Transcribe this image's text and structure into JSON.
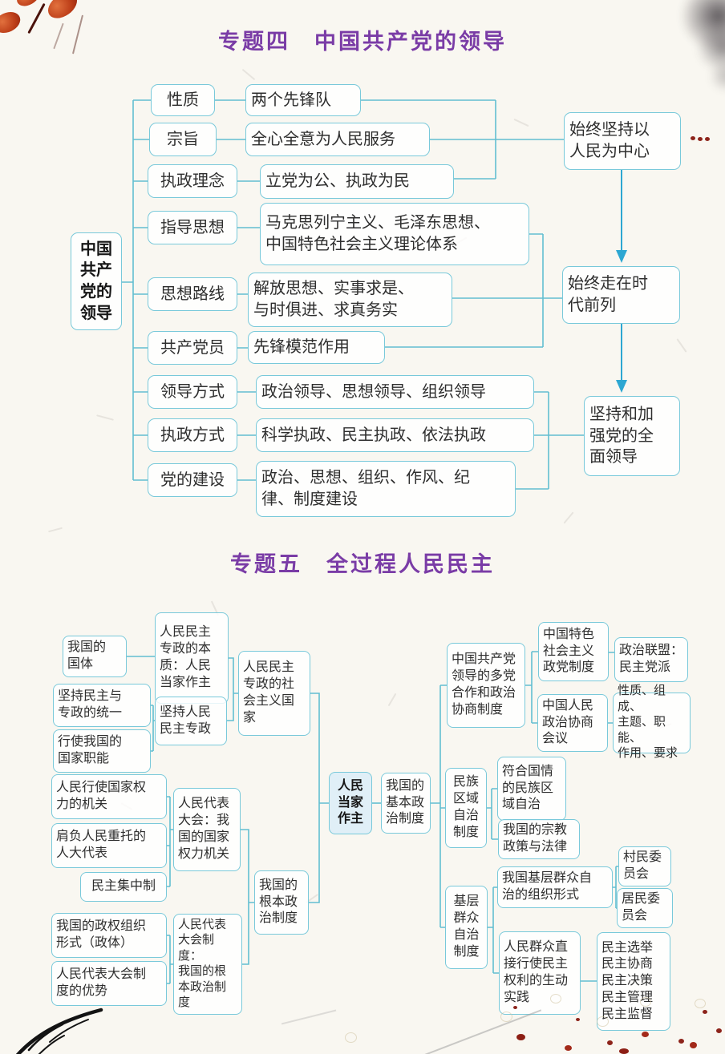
{
  "page": {
    "title4": "专题四　中国共产党的领导",
    "title5": "专题五　全过程人民民主",
    "colors": {
      "background": "#f9f7f1",
      "title_purple": "#7a3ca6",
      "box_border_cyan": "#79c9da",
      "connector_cyan": "#62bed1",
      "arrow_blue": "#2da7d2",
      "text": "#2e2e2e",
      "center_node_fill": "#e0eff7",
      "decor_red": "#8d241b",
      "decor_ink": "#3a343a"
    }
  },
  "topic4": {
    "root": "中国\n共产\n党的\n领导",
    "rows": [
      {
        "branch": "性质",
        "detail": "两个先锋队"
      },
      {
        "branch": "宗旨",
        "detail": "全心全意为人民服务"
      },
      {
        "branch": "执政理念",
        "detail": "立党为公、执政为民"
      },
      {
        "branch": "指导思想",
        "detail": "马克思列宁主义、毛泽东思想、\n中国特色社会主义理论体系"
      },
      {
        "branch": "思想路线",
        "detail": "解放思想、实事求是、\n与时俱进、求真务实"
      },
      {
        "branch": "共产党员",
        "detail": "先锋模范作用"
      },
      {
        "branch": "领导方式",
        "detail": "政治领导、思想领导、组织领导"
      },
      {
        "branch": "执政方式",
        "detail": "科学执政、民主执政、依法执政"
      },
      {
        "branch": "党的建设",
        "detail": "政治、思想、组织、作风、纪\n律、制度建设"
      }
    ],
    "outcomes": [
      "始终坚持以\n人民为中心",
      "始终走在时\n代前列",
      "坚持和加\n强党的全\n面领导"
    ]
  },
  "topic5": {
    "center": "人民\n当家\n作主",
    "basic": "我国的\n基本政\n治制度",
    "left": {
      "guoti": "我国的\n国体",
      "tongyi": "坚持民主与\n专政的统一",
      "zhineng": "行使我国的\n国家职能",
      "benzhi": "人民民主\n专政的本\n质：人民\n当家作主",
      "zhuanzheng": "坚持人民\n民主专政",
      "shzy_guojia": "人民民主\n专政的社\n会主义国\n家",
      "jiguan": "人民行使国家权\n力的机关",
      "daibiao": "肩负人民重托的\n人大代表",
      "jizhong": "民主集中制",
      "renda": "人民代表\n大会：我\n国的国家\n权力机关",
      "zhengti": "我国的政权组织\n形式（政体）",
      "youshi": "人民代表大会制\n度的优势",
      "renda_zhidu": "人民代表\n大会制度：\n我国的根\n本政治制\n度",
      "genben": "我国的\n根本政\n治制度"
    },
    "right": {
      "duodang": "中国共产党\n领导的多党\n合作和政治\n协商制度",
      "zhengdang": "中国特色\n社会主义\n政党制度",
      "lianmeng": "政治联盟：\n民主党派",
      "zhengxie": "中国人民\n政治协商\n会议",
      "zhengxie_points": "性质、组成、\n主题、职能、\n作用、要求",
      "minzu": "民族\n区域\n自治\n制度",
      "fuhe": "符合国情\n的民族区\n域自治",
      "zongjiao": "我国的宗教\n政策与法律",
      "jiceng": "基层\n群众\n自治\n制度",
      "zuzhi": "我国基层群众自\n治的组织形式",
      "cunmin": "村民委\n员会",
      "jumin": "居民委\n员会",
      "shijian": "人民群众直\n接行使民主\n权利的生动\n实践",
      "wuge_minzhu": "民主选举\n民主协商\n民主决策\n民主管理\n民主监督"
    }
  }
}
